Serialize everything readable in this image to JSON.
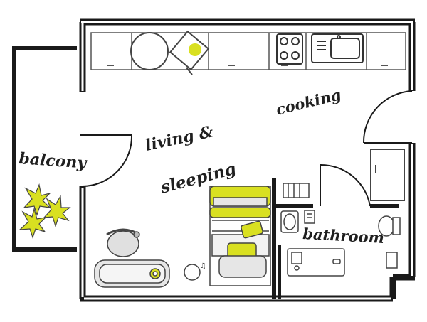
{
  "labels": {
    "balcony": "balcony",
    "living": "living &",
    "sleeping": "sleeping",
    "cooking": "cooking",
    "bathroom": "bathroom"
  },
  "colors": {
    "wall": "#1a1a1a",
    "accent": "#d9e021",
    "furniture_stroke": "#555555",
    "furniture_fill": "#f2f2f2",
    "plant_leaf": "#d9e021"
  }
}
